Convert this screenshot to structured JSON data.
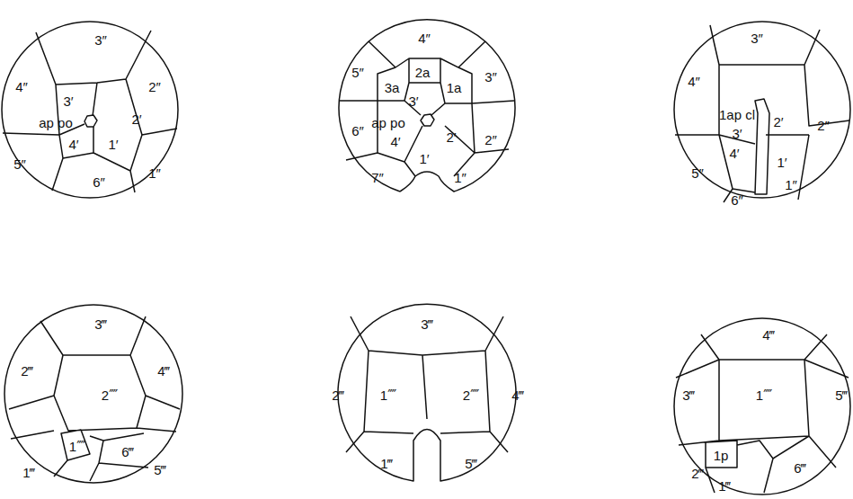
{
  "diagram": {
    "labels": [
      "3″",
      "2″",
      "4″",
      "3′",
      "2′",
      "ap po",
      "5″",
      "4′",
      "1′",
      "1″",
      "6″",
      "4″",
      "5″",
      "2a",
      "3a",
      "1a",
      "3″",
      "3′",
      "ap po",
      "6″",
      "4′",
      "2′",
      "1′",
      "2″",
      "7″",
      "1″",
      "3″",
      "4″",
      "1ap cl",
      "2′",
      "2″",
      "3′",
      "5″",
      "4′",
      "1′",
      "1″",
      "6″",
      "3‴",
      "2‴",
      "4‴",
      "2⁗",
      "1⁗",
      "6‴",
      "1‴",
      "5‴",
      "3‴",
      "2‴",
      "1⁗",
      "2⁗",
      "4‴",
      "1‴",
      "5‴",
      "4‴",
      "3‴",
      "1⁗",
      "5‴",
      "1p",
      "2‴",
      "6‴",
      "1‴"
    ]
  }
}
